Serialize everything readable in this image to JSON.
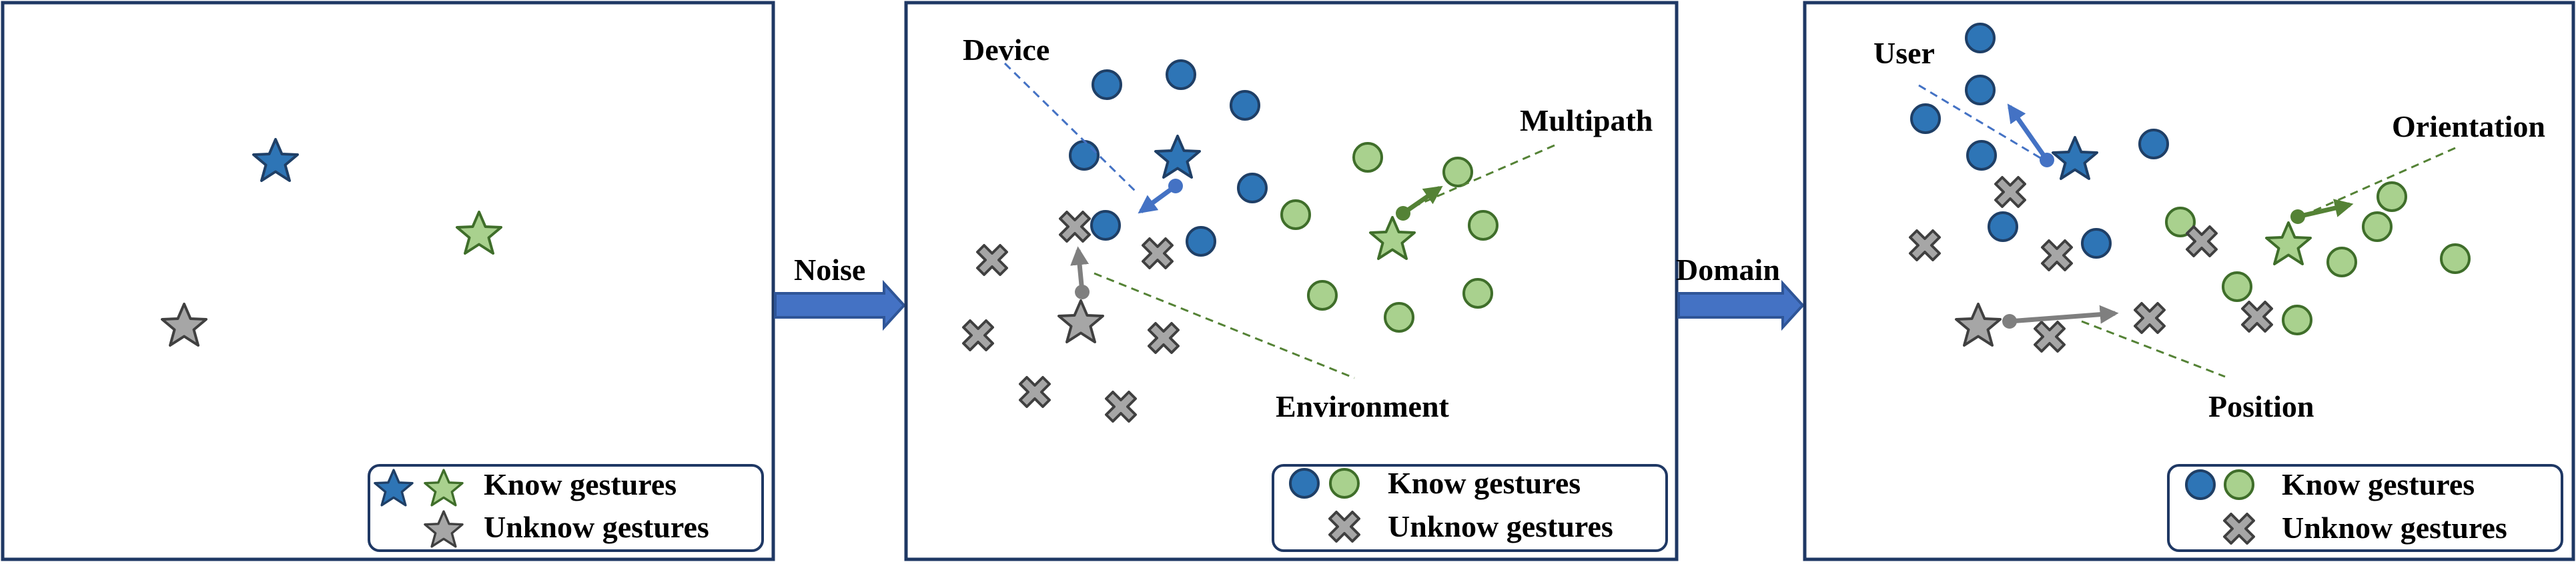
{
  "colors": {
    "known_blue": "#2e75b6",
    "known_blue_stroke": "#1f3f66",
    "known_green": "#a9d18e",
    "known_green_stroke": "#3f6e2a",
    "unknown_gray": "#a6a6a6",
    "unknown_gray_stroke": "#404040",
    "panel_border": "#1f3864",
    "arrow_fill": "#4472c4",
    "arrow_stroke": "#2f5597",
    "blue_vector": "#4472c4",
    "green_vector": "#548235",
    "gray_vector": "#7f7f7f"
  },
  "panels": [
    {
      "legend": {
        "known": "Know gestures",
        "unknown": "Unknow gestures"
      }
    },
    {
      "labels": {
        "device": "Device",
        "multipath": "Multipath",
        "environment": "Environment"
      },
      "legend": {
        "known": "Know gestures",
        "unknown": "Unknow gestures"
      }
    },
    {
      "labels": {
        "user": "User",
        "orientation": "Orientation",
        "position": "Position"
      },
      "legend": {
        "known": "Know gestures",
        "unknown": "Unknow gestures"
      }
    }
  ],
  "arrows": {
    "noise": "Noise",
    "domain": "Domain"
  },
  "icons": {
    "known_star": "star-icon",
    "known_circle": "circle-icon",
    "unknown_cross": "cross-icon"
  }
}
